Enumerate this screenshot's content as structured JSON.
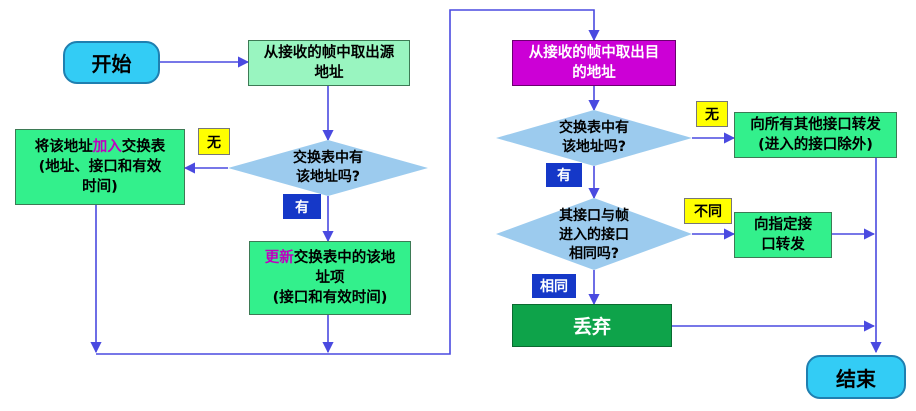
{
  "nodes": {
    "start": "开始",
    "extract_src": [
      "从接收的帧中取出源",
      "地址"
    ],
    "add_entry": {
      "prefix": "将该地址",
      "highlight": "加入",
      "suffix": "交换表",
      "lines": [
        "(地址、接口和有效",
        "时间)"
      ]
    },
    "check_src": [
      "交换表中有",
      "该地址吗?"
    ],
    "update_entry": {
      "highlight": "更新",
      "rest": "交换表中的该地",
      "lines": [
        "址项",
        "(接口和有效时间)"
      ]
    },
    "extract_dst": [
      "从接收的帧中取出目",
      "的地址"
    ],
    "check_dst": [
      "交换表中有",
      "该地址吗?"
    ],
    "flood": [
      "向所有其他接口转发",
      "(进入的接口除外)"
    ],
    "check_port": [
      "其接口与帧",
      "进入的接口",
      "相同吗?"
    ],
    "forward": [
      "向指定接",
      "口转发"
    ],
    "discard": "丢弃",
    "end": "结束"
  },
  "labels": {
    "no_src": "无",
    "yes_src": "有",
    "no_dst": "无",
    "yes_dst": "有",
    "different": "不同",
    "same": "相同"
  },
  "colors": {
    "arrow": "#4a4ae0",
    "terminal": "#33ccf5",
    "process_light": "#99f5c0",
    "process_mid": "#33f08c",
    "process_purple": "#cc00d6",
    "process_dark": "#0ea34a",
    "diamond": "#9ccbee",
    "tag_yellow": "#ffff00",
    "tag_blue": "#1538c8"
  }
}
